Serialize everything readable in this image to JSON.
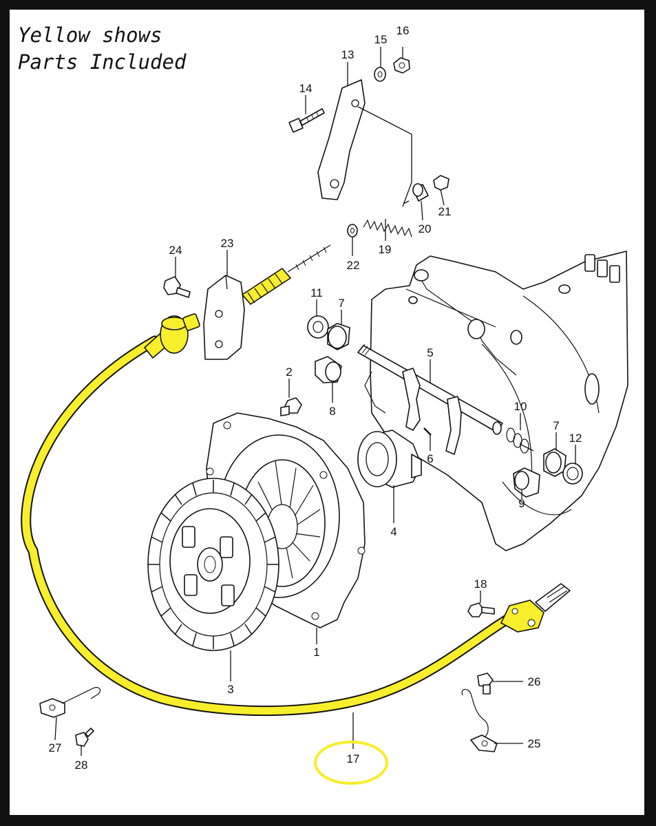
{
  "caption": {
    "line1": "Yellow shows",
    "line2": "Parts Included"
  },
  "highlight_color": "#f7ee2c",
  "frame_color": "#111111",
  "callouts": [
    "1",
    "2",
    "3",
    "4",
    "5",
    "6",
    "7",
    "7",
    "8",
    "9",
    "10",
    "11",
    "12",
    "13",
    "14",
    "15",
    "16",
    "17",
    "18",
    "19",
    "20",
    "21",
    "22",
    "23",
    "24",
    "25",
    "26",
    "27",
    "28"
  ],
  "labels": {
    "p1": "1",
    "p2": "2",
    "p3": "3",
    "p4": "4",
    "p5": "5",
    "p6": "6",
    "p7a": "7",
    "p7b": "7",
    "p8": "8",
    "p9": "9",
    "p10": "10",
    "p11": "11",
    "p12": "12",
    "p13": "13",
    "p14": "14",
    "p15": "15",
    "p16": "16",
    "p17": "17",
    "p18": "18",
    "p19": "19",
    "p20": "20",
    "p21": "21",
    "p22": "22",
    "p23": "23",
    "p24": "24",
    "p25": "25",
    "p26": "26",
    "p27": "27",
    "p28": "28"
  }
}
